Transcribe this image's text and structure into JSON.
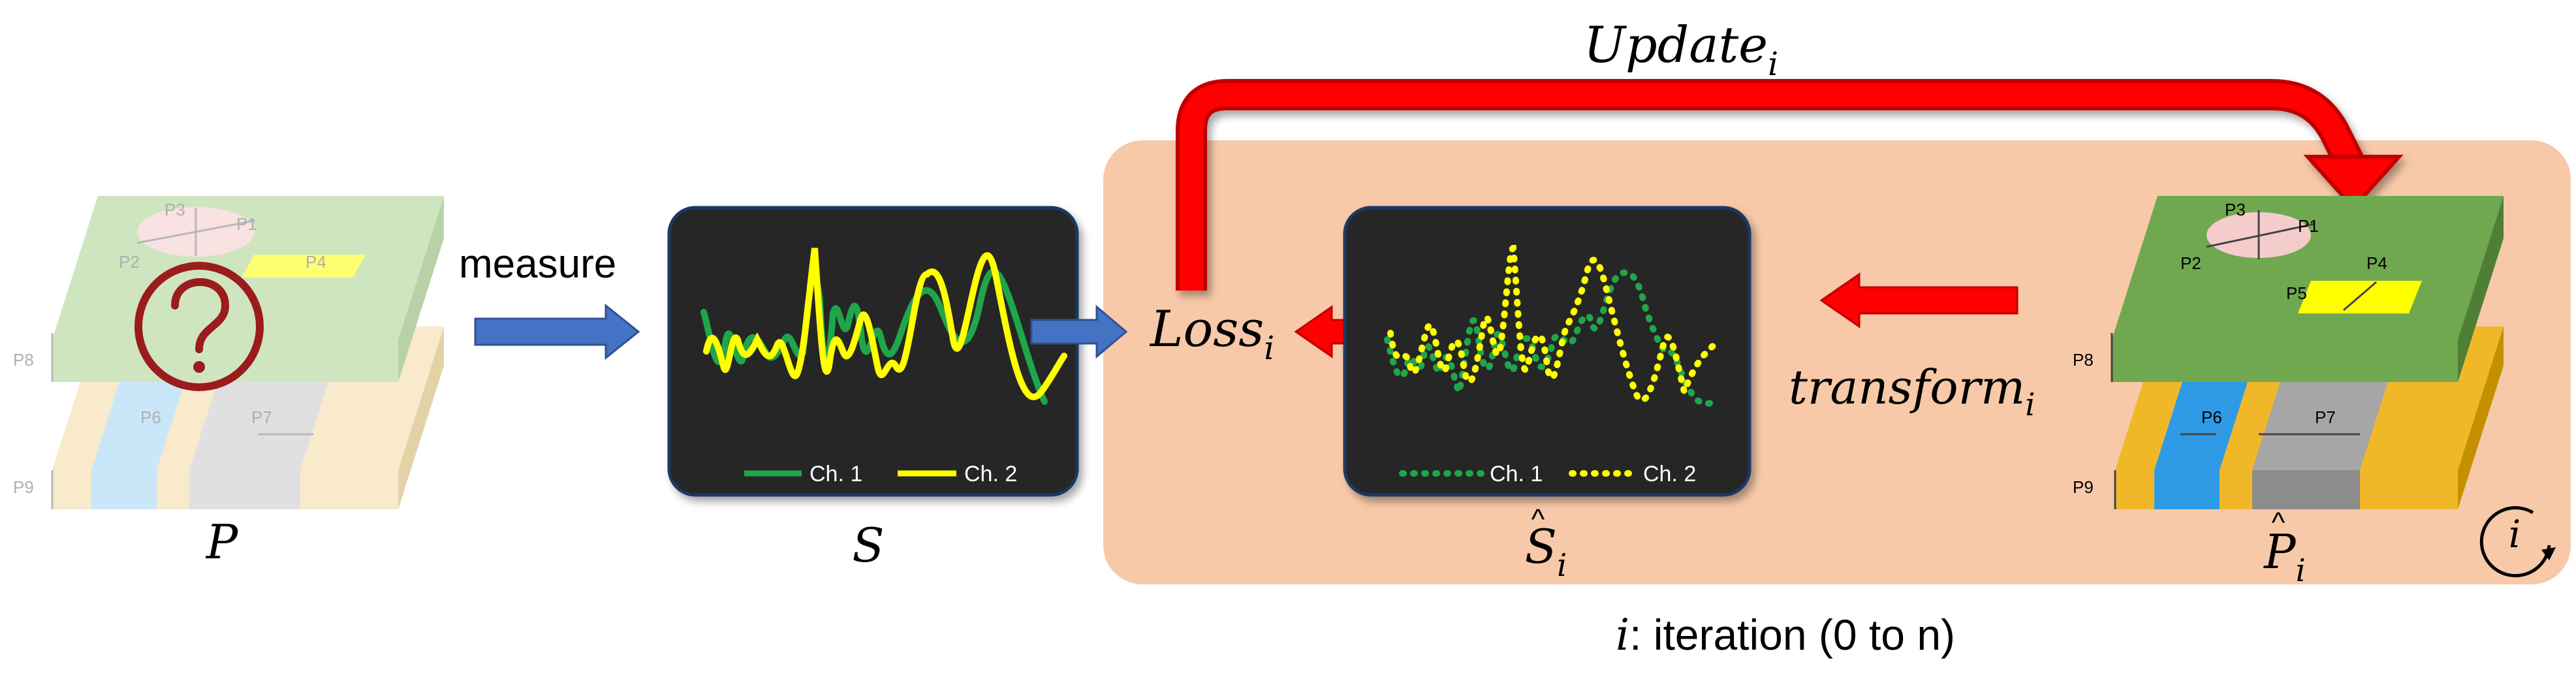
{
  "labels": {
    "measure": "measure",
    "update": "Update",
    "update_sub": "i",
    "loss": "Loss",
    "loss_sub": "i",
    "transform": "transform",
    "transform_sub": "i",
    "iteration_var": "i",
    "iteration_text": ": iteration (0 to n)",
    "loop_var": "i"
  },
  "captions": {
    "p": "P",
    "s": "S",
    "s_hat": "S",
    "s_hat_sub": "i",
    "p_hat": "P",
    "p_hat_sub": "i"
  },
  "unknown_model": {
    "params": {
      "p1": "P1",
      "p2": "P2",
      "p3": "P3",
      "p4": "P4",
      "p7": "P7",
      "p6": "P6",
      "p8": "P8",
      "p9": "P9"
    }
  },
  "estimated_model": {
    "params": {
      "p1": "P1",
      "p2": "P2",
      "p3": "P3",
      "p4": "P4",
      "p5": "P5",
      "p6": "P6",
      "p7": "P7",
      "p8": "P8",
      "p9": "P9"
    }
  },
  "measured_signal": {
    "legend": [
      {
        "label": "Ch. 1",
        "color": "#1fa64a",
        "style": "solid"
      },
      {
        "label": "Ch. 2",
        "color": "#ffff00",
        "style": "solid"
      }
    ]
  },
  "estimated_signal": {
    "legend": [
      {
        "label": "Ch. 1",
        "color": "#1fa64a",
        "style": "dotted"
      },
      {
        "label": "Ch. 2",
        "color": "#ffff00",
        "style": "dotted"
      }
    ]
  },
  "colors": {
    "loop_background": "#f7c9a8",
    "panel": "#262626",
    "flow_arrow": "#4472c4",
    "feedback_arrow": "#ff0000",
    "question_mark": "#9b1c1c"
  }
}
